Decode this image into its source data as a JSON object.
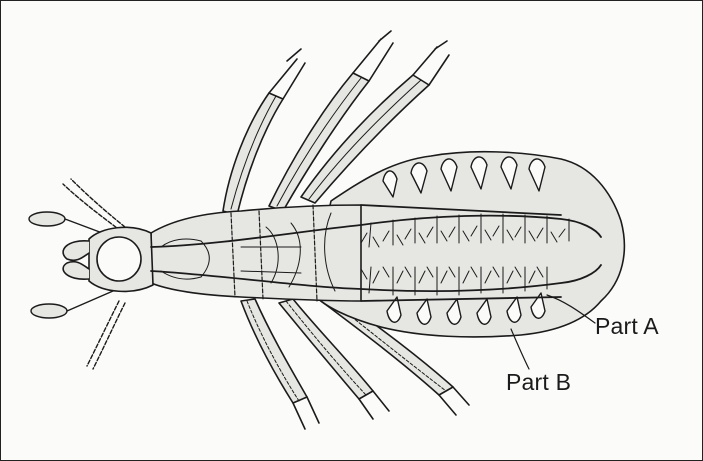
{
  "diagram": {
    "subject-icon": "insect-larva-tracheal-system",
    "labels": {
      "part_a": "Part A",
      "part_b": "Part B"
    },
    "colors": {
      "ink": "#1b1b1b",
      "body_fill": "#e6e6e3",
      "background": "#fbfbfa"
    }
  }
}
